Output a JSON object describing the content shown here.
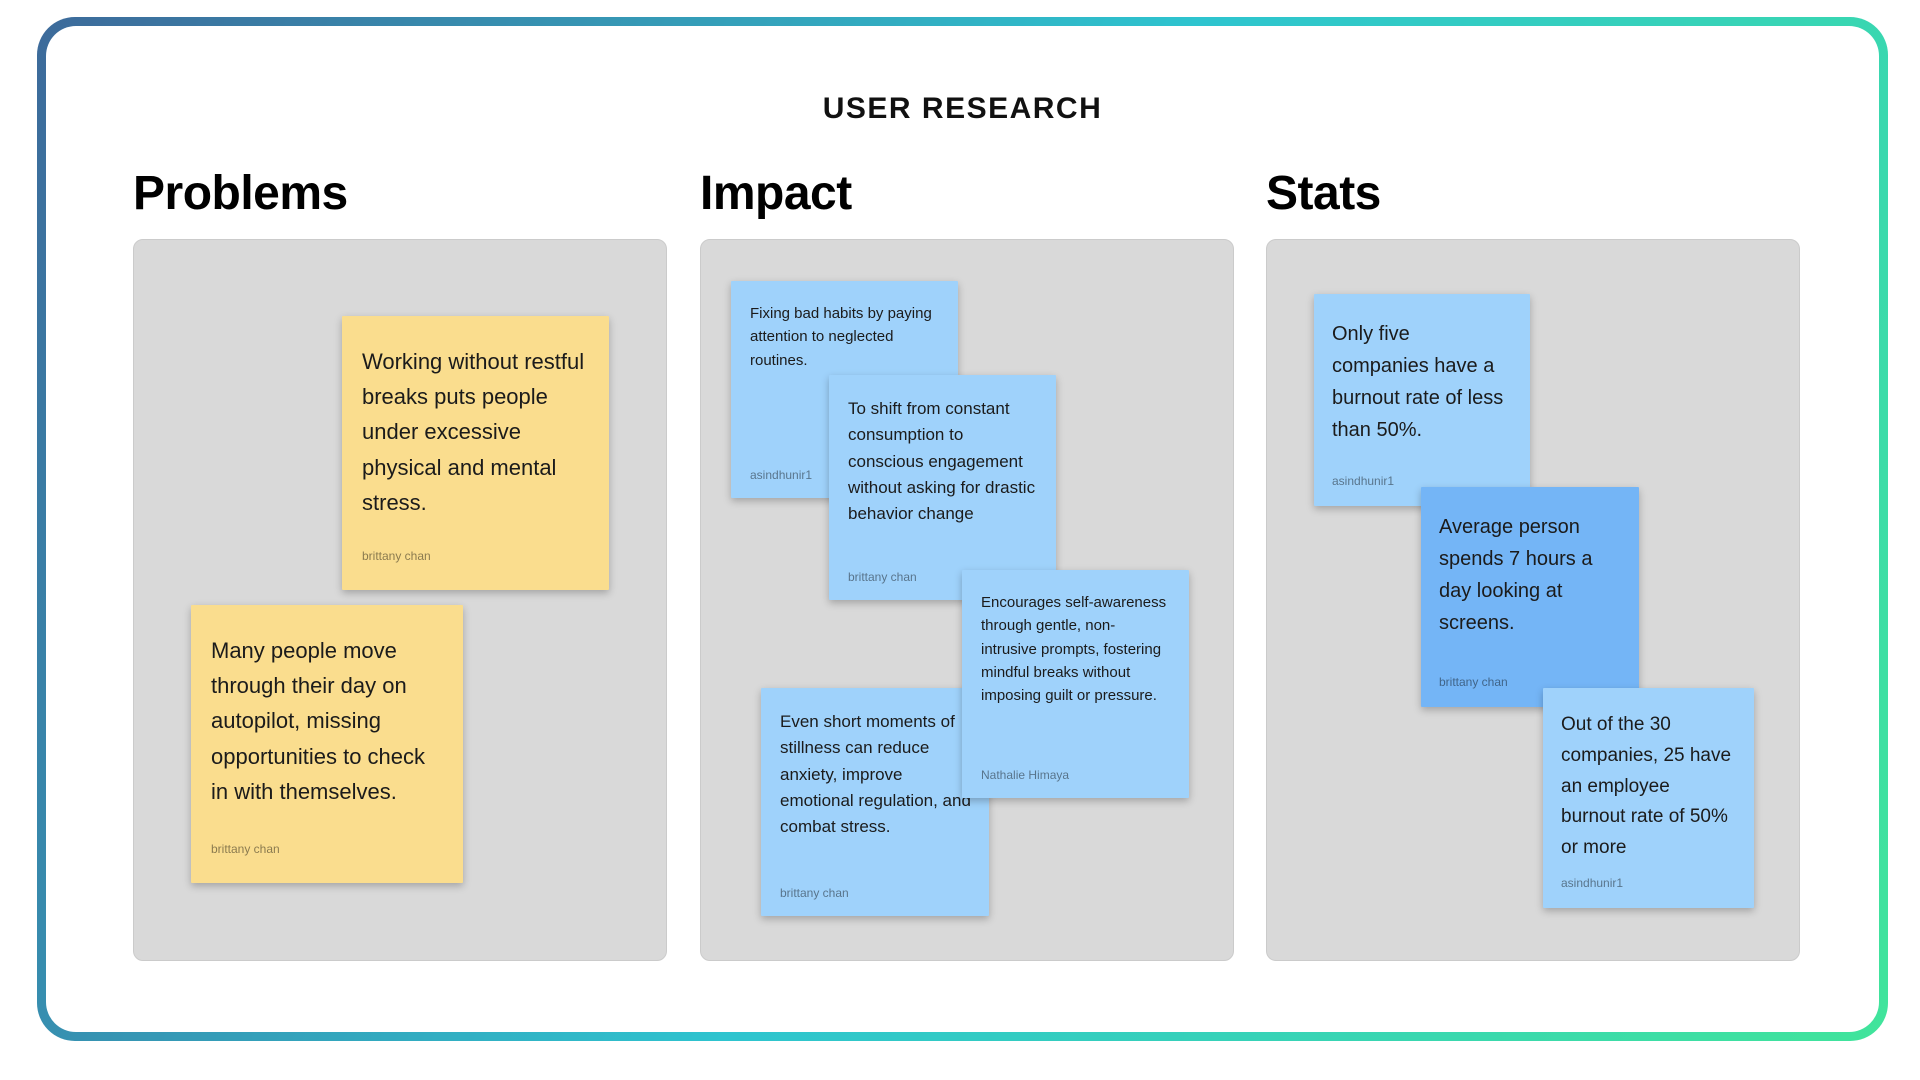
{
  "title": "USER RESEARCH",
  "colors": {
    "panel_bg": "#D9D9D9",
    "note_yellow": "#FADD8E",
    "note_blue": "#9FD2FB",
    "note_blue_dark": "#74B5F6",
    "frame_gradient": [
      "#3D6A9A",
      "#2EC4CF",
      "#41E49B"
    ]
  },
  "sections": [
    {
      "label": "Problems",
      "notes": [
        {
          "text": "Working without restful breaks puts people under excessive physical and mental stress.",
          "author": "brittany chan",
          "color": "yellow"
        },
        {
          "text": "Many people move through their day on autopilot, missing opportunities to check in with themselves.",
          "author": "brittany chan",
          "color": "yellow"
        }
      ]
    },
    {
      "label": "Impact",
      "notes": [
        {
          "text": "Fixing bad habits by paying attention to neglected routines.",
          "author": "asindhunir1",
          "color": "light_blue"
        },
        {
          "text": "To shift  from constant consumption to conscious engagement without asking for drastic behavior change",
          "author": "brittany chan",
          "color": "light_blue"
        },
        {
          "text": "Encourages self-awareness through gentle, non-intrusive prompts, fostering mindful breaks without imposing guilt or pressure.",
          "author": "Nathalie Himaya",
          "color": "light_blue"
        },
        {
          "text": "Even short moments of stillness can reduce anxiety, improve emotional regulation, and combat stress.",
          "author": "brittany chan",
          "color": "light_blue"
        }
      ]
    },
    {
      "label": "Stats",
      "notes": [
        {
          "text": "Only five companies have a burnout rate of less than 50%.",
          "author": "asindhunir1",
          "color": "light_blue"
        },
        {
          "text": "Average person spends 7 hours a day looking at screens.",
          "author": "brittany chan",
          "color": "dark_blue"
        },
        {
          "text": "Out of the 30 companies, 25 have an employee burnout rate of 50% or more",
          "author": "asindhunir1",
          "color": "light_blue"
        }
      ]
    }
  ]
}
